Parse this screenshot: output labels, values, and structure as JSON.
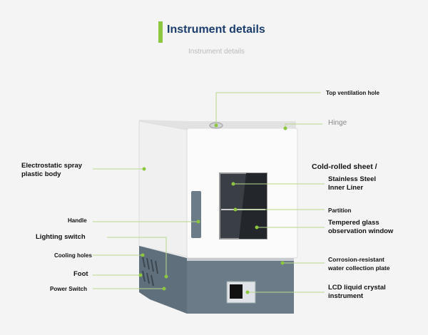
{
  "header": {
    "title": "Instrument details",
    "subtitle": "Instrument details"
  },
  "colors": {
    "accent": "#8dc63f",
    "title": "#1b3d6e"
  },
  "labels": {
    "electrostatic": [
      "Electrostatic spray",
      "plastic body"
    ],
    "handle": "Handle",
    "lighting_switch": "Lighting switch",
    "cooling_holes": "Cooling holes",
    "foot": "Foot",
    "power_switch": "Power Switch",
    "top_vent": "Top ventilation hole",
    "hinge": "Hinge",
    "cold_rolled": "Cold-rolled sheet /",
    "liner": [
      "Stainless Steel",
      "Inner Liner"
    ],
    "partition": "Partition",
    "glass": [
      "Tempered glass",
      "observation window"
    ],
    "water_plate": [
      "Corrosion-resistant",
      "water collection plate"
    ],
    "lcd": [
      "LCD liquid crystal",
      "instrument"
    ]
  }
}
